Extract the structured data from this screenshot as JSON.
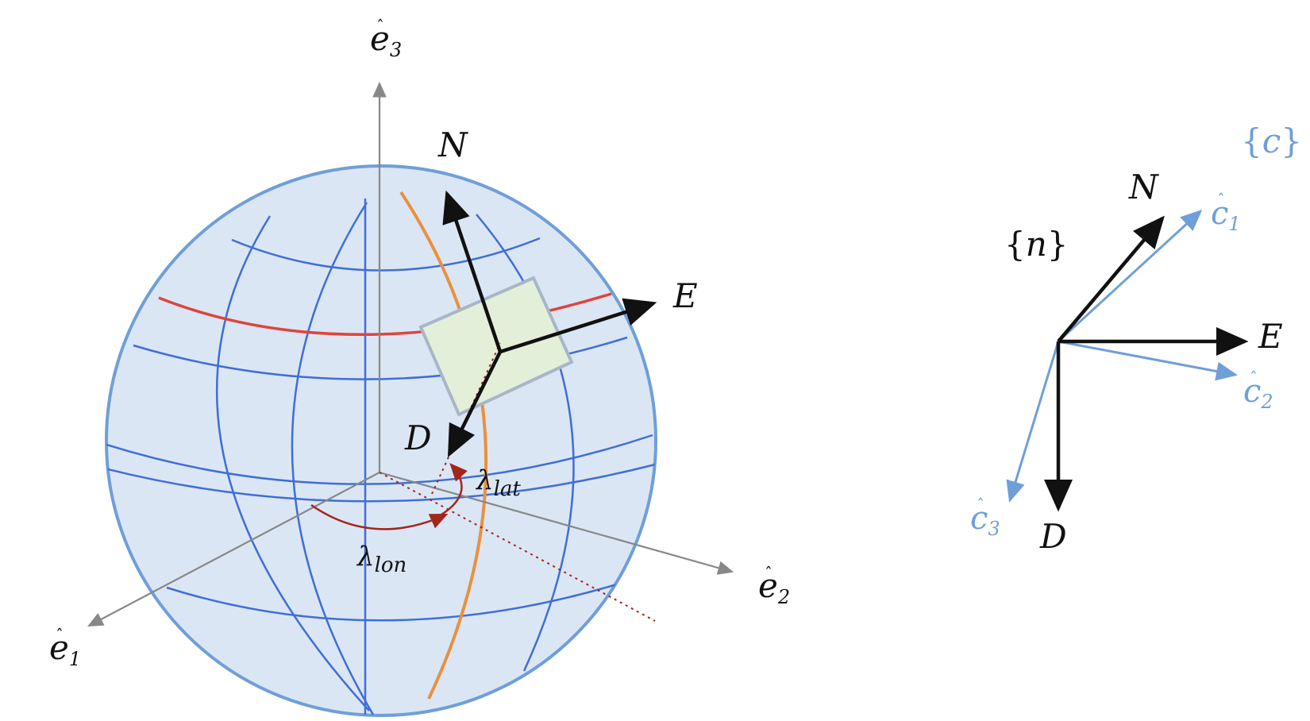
{
  "globe": {
    "axes": {
      "e1": {
        "base": "e",
        "sub": "1"
      },
      "e2": {
        "base": "e",
        "sub": "2"
      },
      "e3": {
        "base": "e",
        "sub": "3"
      }
    },
    "frame": {
      "north": "N",
      "east": "E",
      "down": "D"
    },
    "angles": {
      "lat": {
        "base": "λ",
        "sub": "lat"
      },
      "lon": {
        "base": "λ",
        "sub": "lon"
      }
    }
  },
  "side": {
    "n_frame": {
      "open": "{",
      "name": "n",
      "close": "}"
    },
    "c_frame": {
      "open": "{",
      "name": "c",
      "close": "}"
    },
    "north": "N",
    "east": "E",
    "down": "D",
    "c1": {
      "base": "c",
      "sub": "1"
    },
    "c2": {
      "base": "c",
      "sub": "2"
    },
    "c3": {
      "base": "c",
      "sub": "3"
    }
  },
  "colors": {
    "sphere_fill": "#dbe6f5",
    "sphere_edge": "#6f9fd8",
    "grid": "#3f6ed8",
    "latitude": "#e0443a",
    "meridian": "#e8913e",
    "axis": "#888888",
    "frame": "#111111",
    "angle": "#a3261d",
    "plane_fill": "#e4efd9",
    "c_frame": "#6f9fd8"
  }
}
